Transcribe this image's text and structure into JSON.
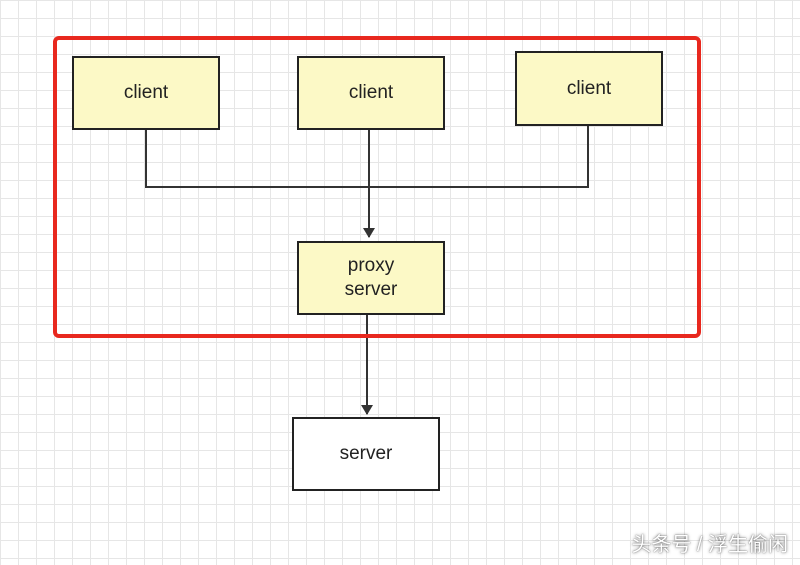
{
  "diagram": {
    "nodes": {
      "client_1": "client",
      "client_2": "client",
      "client_3": "client",
      "proxy_line1": "proxy",
      "proxy_line2": "server",
      "server": "server"
    },
    "colors": {
      "client_fill": "#fcf9c6",
      "proxy_fill": "#fcf9c6",
      "server_fill": "#ffffff",
      "highlight_border": "#e8281e",
      "line": "#333333",
      "grid": "#e6e6e6"
    }
  },
  "watermark": "头条号 / 浮生偷闲"
}
